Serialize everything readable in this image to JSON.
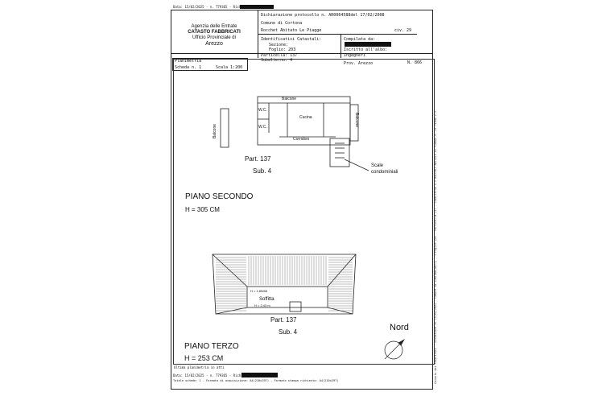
{
  "top_stamp": {
    "text": "Data: 15/02/2025 - n. T79365 - Richiedente: "
  },
  "agency": {
    "line1": "Agenzia delle Entrate",
    "line2": "CATASTO FABBRICATI",
    "line3": "Ufficio Provinciale di",
    "line4": "Arezzo"
  },
  "declaration": {
    "title": "Dichiarazione protocollo n. AR0064588del 17/02/2008",
    "comune": "Comune di Cortona",
    "via": "Rocchet Abitato Le Piagge",
    "civ": "civ. 29"
  },
  "identifiers": {
    "label": "Identificativi Catastali:",
    "sezione": "Sezione:",
    "foglio": "Foglio: 203",
    "particella": "Particella: 137",
    "subalterno": "Subalterno: 4"
  },
  "compilata": {
    "label": "Compilata da:",
    "iscritto": "Iscritto all'albo:",
    "profession": "Ingegneri",
    "prov": "Prov. Arezzo",
    "num": "N. 866"
  },
  "scheda": {
    "title": "Planimetria",
    "scheda": "Scheda n. 1",
    "scala": "Scala 1:200"
  },
  "floor2": {
    "rooms": {
      "balcone_top": "Balcone",
      "wc1": "W.C.",
      "wc2": "W.C.",
      "cucina": "Cucina",
      "corridoio": "Corridoio",
      "balcone_left": "Balcone",
      "balcone_right": "Balcone"
    },
    "part": "Part. 137",
    "sub": "Sub. 4",
    "scale_label": "Scale",
    "scale_label2": "condominiali",
    "level": "PIANO SECONDO",
    "height": "H = 305 CM"
  },
  "floor3": {
    "h_label": "H = 1,85/88",
    "soffitta": "Soffitta",
    "h_soffitta": "H = 2,43 m",
    "part": "Part. 137",
    "sub": "Sub. 4",
    "level": "PIANO TERZO",
    "height": "H = 253 CM"
  },
  "north": "Nord",
  "footer": {
    "ultima": "Ultima planimetria in atti",
    "stamp": "Data: 15/02/2025 - n. T79365 - Richiedente: ",
    "line3": "Totale schede: 1 - Formato di acquisizione: A4(210x297) - Formato stampa richiesto: A4(210x297)"
  },
  "side_text": "Catasto dei Fabbricati - Situazione al 15/02/2025 - Comune di CORTONA(D077) - < Foglio 203 - Particella 137 - Subalterno 4 > ROCCHET ABITATO LE PIAGGE n. 29 Piano 2-3"
}
